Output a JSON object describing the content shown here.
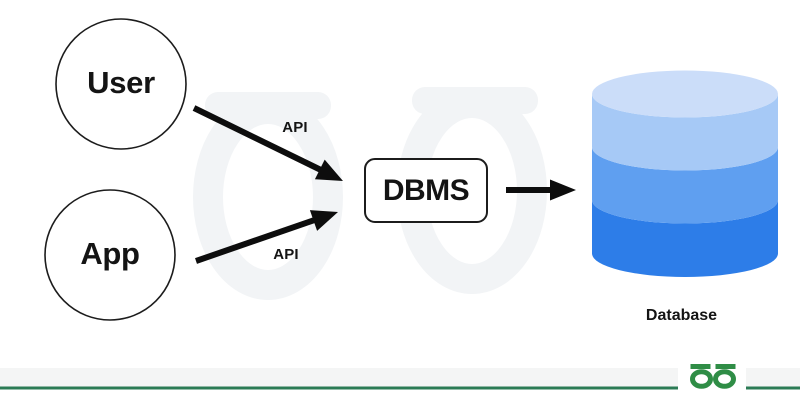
{
  "nodes": {
    "user": {
      "label": "User"
    },
    "app": {
      "label": "App"
    },
    "dbms": {
      "label": "DBMS"
    },
    "database": {
      "label": "Database"
    }
  },
  "edges": {
    "user_to_dbms": {
      "label": "API"
    },
    "app_to_dbms": {
      "label": "API"
    }
  },
  "icons": {
    "database_icon": "three-tier-blue-cylinder",
    "brand_logo_icon": "geeksforgeeks-double-g",
    "watermark_icon": "geeksforgeeks-double-g-faded"
  },
  "colors": {
    "ink": "#141414",
    "node_fill": "#ffffff",
    "node_stroke": "#1c1c1c",
    "arrow_black": "#0d0d0d",
    "cylinder_lid": "#cbddf9",
    "cylinder_band_light": "#a6c9f6",
    "cylinder_band_mid": "#5f9ff0",
    "cylinder_band_dark": "#2d7de8",
    "footer_strip": "#f4f5f5",
    "rule_green": "#2b7b55",
    "brand_green": "#2f8d46",
    "watermark": "#f2f4f6"
  }
}
